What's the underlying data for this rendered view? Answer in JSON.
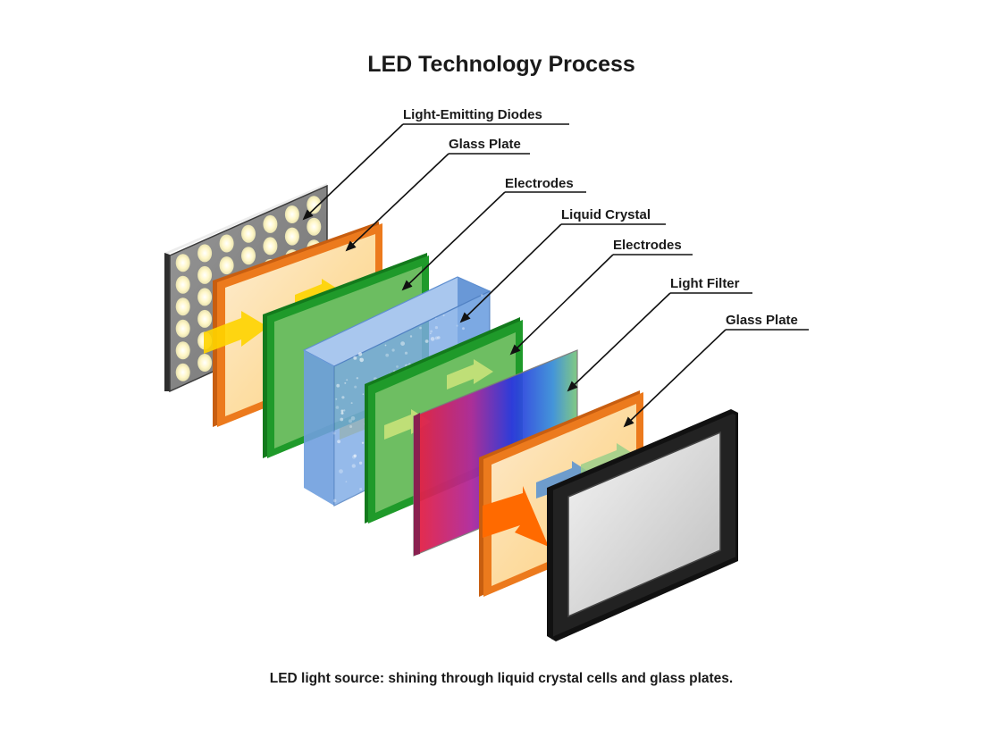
{
  "title": "LED Technology Process",
  "caption": "LED light source: shining through liquid crystal cells and glass plates.",
  "layers": [
    {
      "label": "Light-Emitting Diodes"
    },
    {
      "label": "Glass Plate"
    },
    {
      "label": "Electrodes"
    },
    {
      "label": "Liquid Crystal"
    },
    {
      "label": "Electrodes"
    },
    {
      "label": "Light Filter"
    },
    {
      "label": "Glass Plate"
    }
  ],
  "colors": {
    "led_panel": "#c9c9c9",
    "glass_plate_frame": "#ec7a1d",
    "electrodes": "#1f9a2a",
    "liquid_crystal": "#6f9fde",
    "screen_frame": "#1b1b1b"
  }
}
